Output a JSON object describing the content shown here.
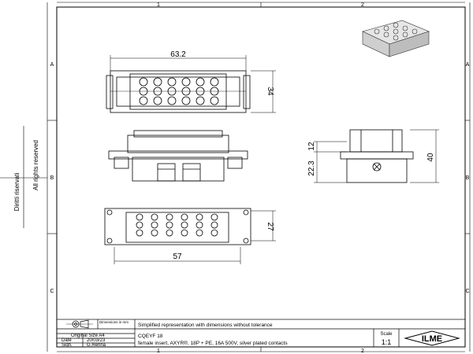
{
  "side_notes": {
    "rights": "All rights reserved",
    "rights_it": "Diritti riservati"
  },
  "grid": {
    "cols": [
      "1",
      "2"
    ],
    "rows": [
      "A",
      "B",
      "C"
    ]
  },
  "dimensions": {
    "top_width": "63.2",
    "top_height": "34",
    "side_small": "12",
    "side_mid": "22.3",
    "side_total": "40",
    "bottom_height": "27",
    "bottom_width": "57"
  },
  "title_block": {
    "legend_label": "Dimensions in mm",
    "original_size": "Original Size A4",
    "date_label": "Date",
    "date_value": "20/03/23",
    "sign_label": "Sign.",
    "sign_value": "G.Renna",
    "note": "Simplified representation with dimensions without tolerance",
    "code": "CQEYF 18",
    "description": "female insert, AXYR®, 18P + PE, 16A 500V, silver plated contacts",
    "scale_label": "Scale",
    "scale_value": "1:1",
    "logo": "ILME"
  }
}
